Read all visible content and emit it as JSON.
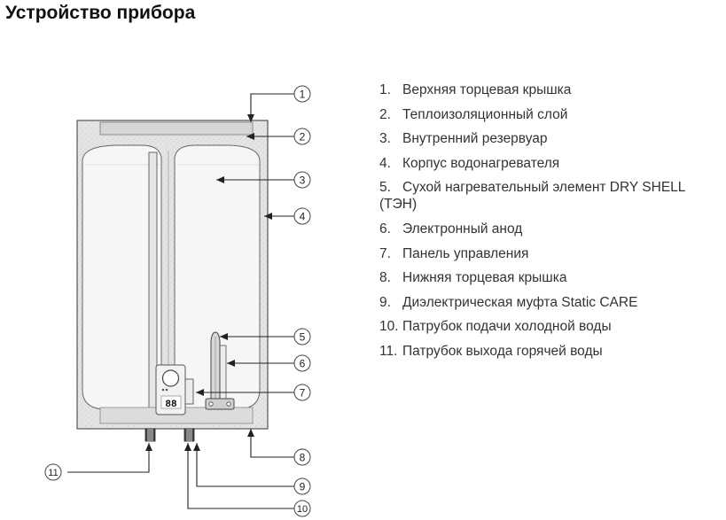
{
  "title": "Устройство прибора",
  "callouts": [
    "1",
    "2",
    "3",
    "4",
    "5",
    "6",
    "7",
    "8",
    "9",
    "10",
    "11"
  ],
  "legend": [
    {
      "num": "1.",
      "text": "Верхняя торцевая крышка"
    },
    {
      "num": "2.",
      "text": "Теплоизоляционный слой"
    },
    {
      "num": "3.",
      "text": "Внутренний резервуар"
    },
    {
      "num": "4.",
      "text": "Корпус водонагревателя"
    },
    {
      "num": "5.",
      "text": "Сухой нагревательный элемент DRY SHELL (ТЭН)"
    },
    {
      "num": "6.",
      "text": "Электронный анод"
    },
    {
      "num": "7.",
      "text": "Панель управления"
    },
    {
      "num": "8.",
      "text": "Нижняя торцевая крышка"
    },
    {
      "num": "9.",
      "text": "Диэлектрическая муфта Static CARE"
    },
    {
      "num": "10.",
      "text": "Патрубок подачи холодной воды"
    },
    {
      "num": "11.",
      "text": "Патрубок выхода горячей воды"
    }
  ],
  "display_value": "88",
  "colors": {
    "line": "#333333",
    "insulation": "#e2e2e2",
    "tank": "#f4f4f4"
  }
}
